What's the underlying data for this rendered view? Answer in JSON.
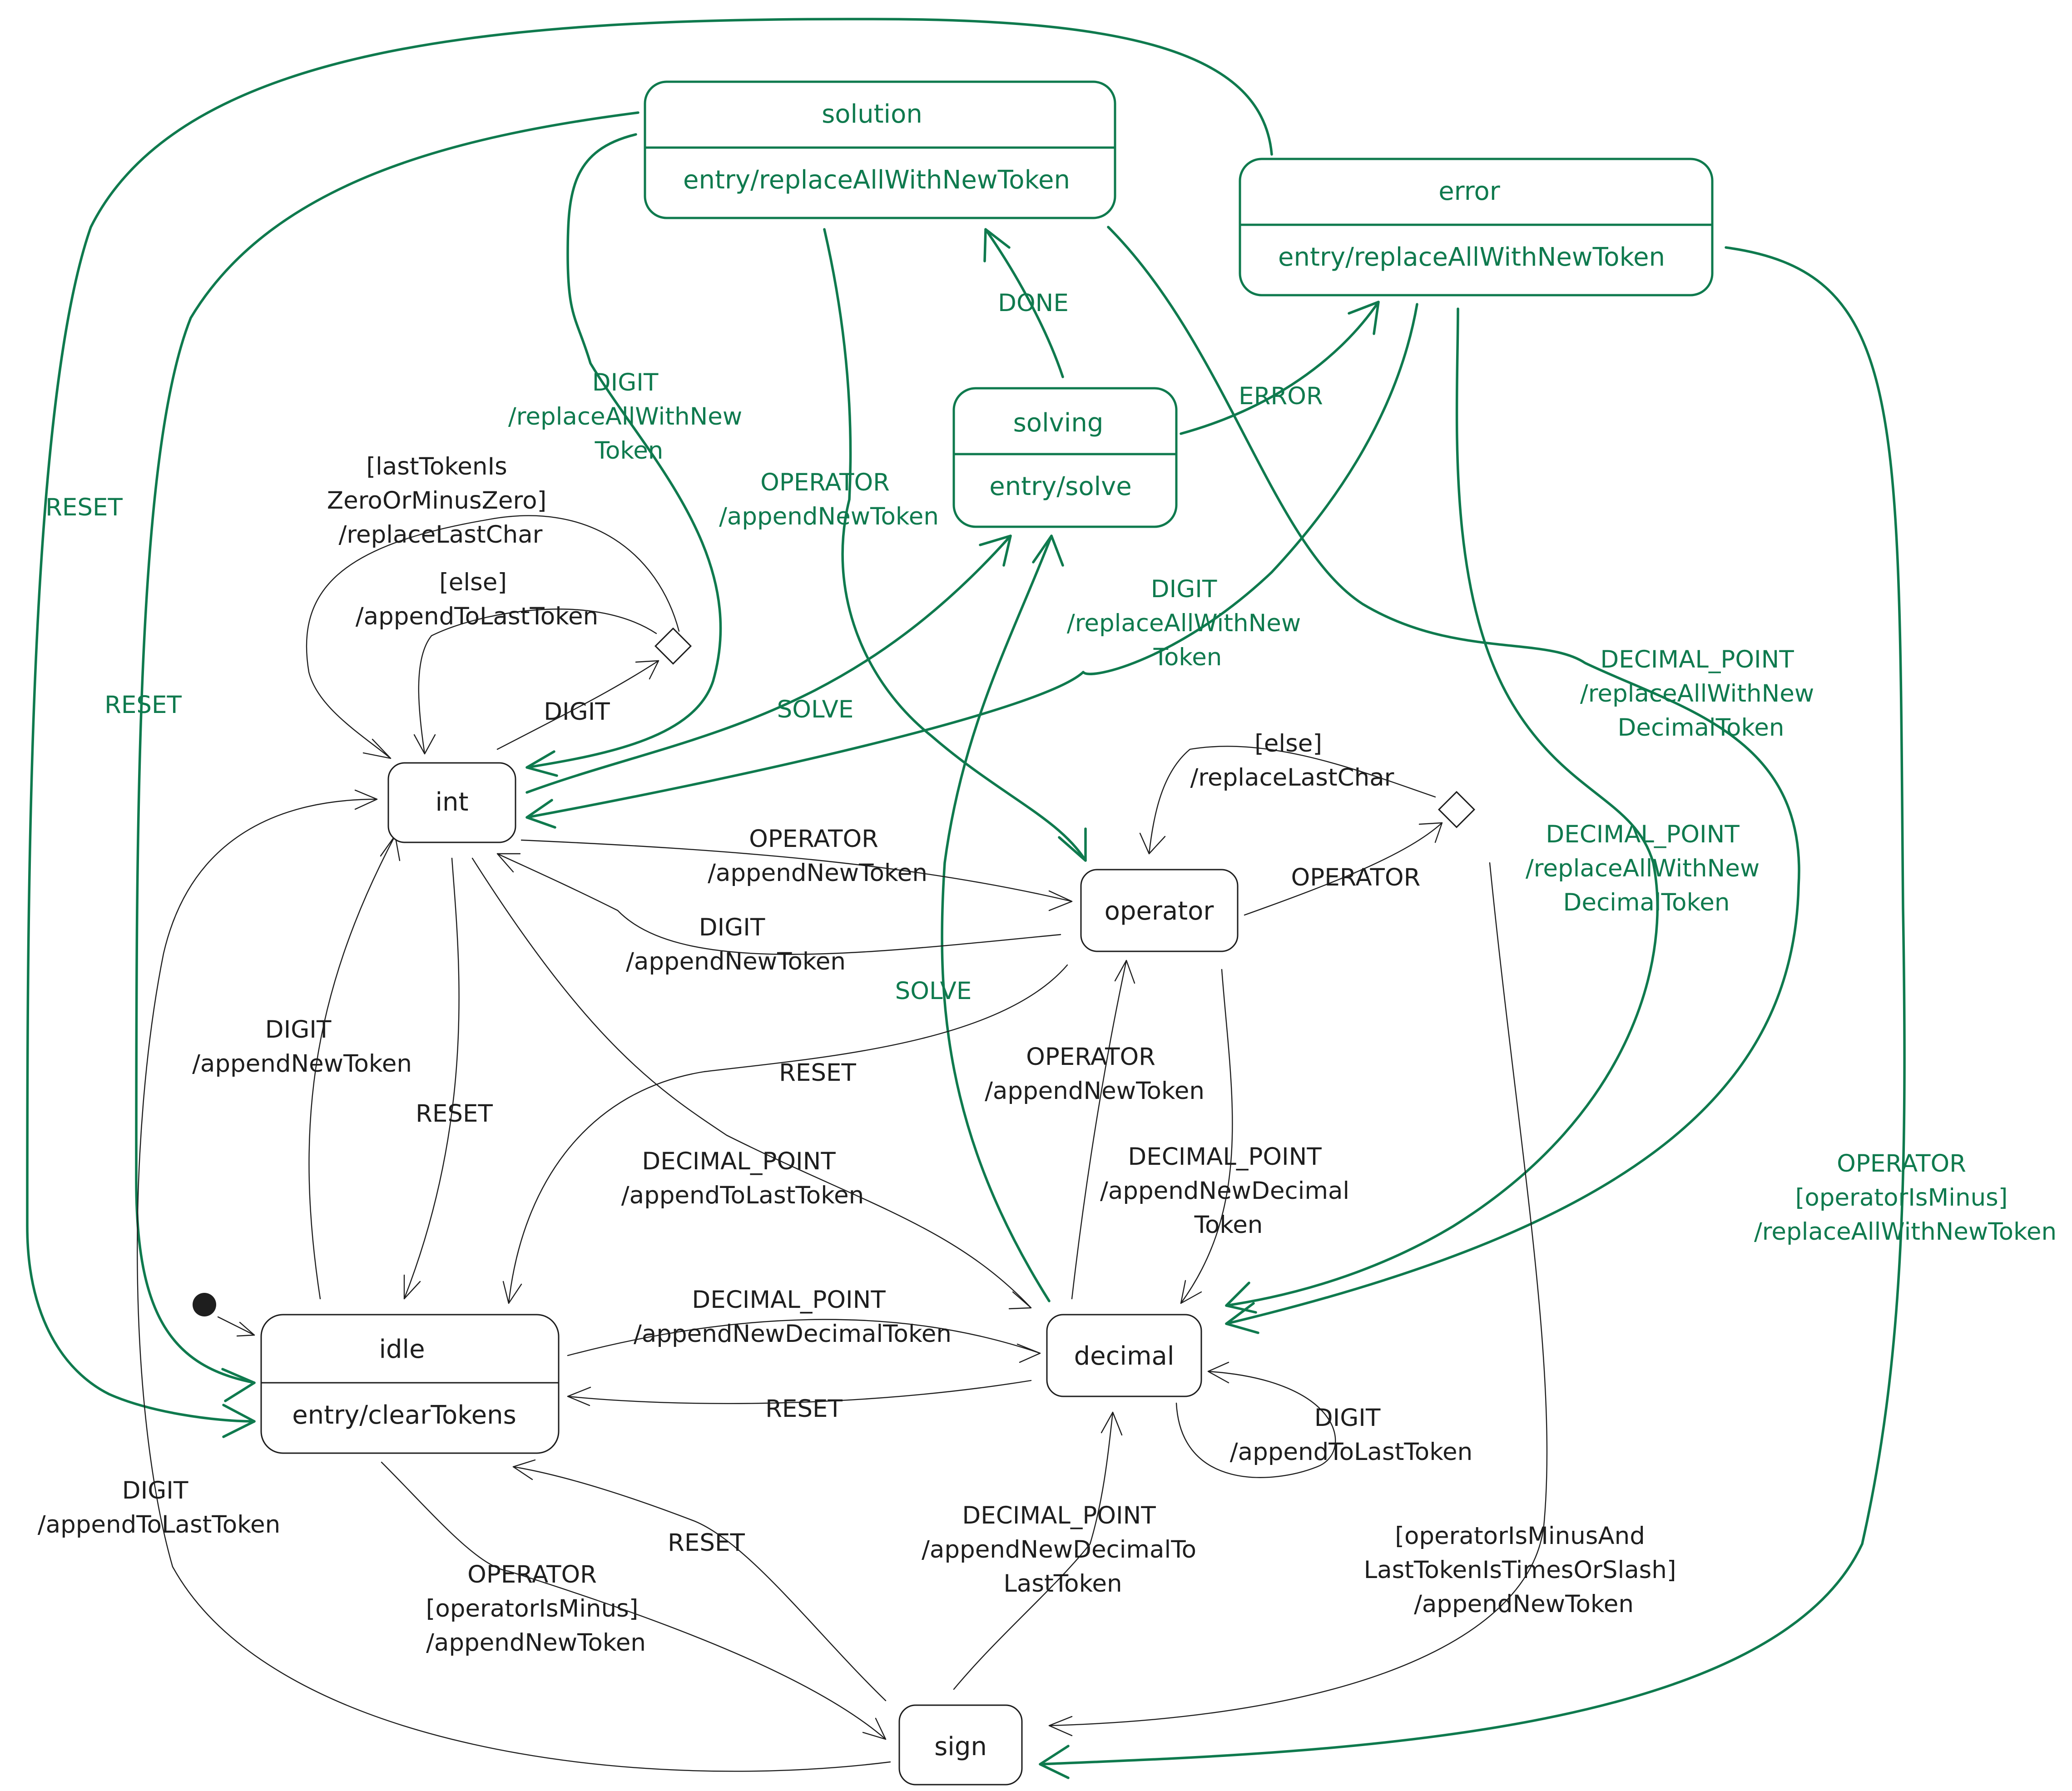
{
  "colors": {
    "black": "#1e1e1e",
    "green": "#0f7a4e",
    "background": "#ffffff"
  },
  "states": {
    "solution": {
      "name": "solution",
      "entry": "entry/replaceAllWithNewToken"
    },
    "error": {
      "name": "error",
      "entry": "entry/replaceAllWithNewToken"
    },
    "solving": {
      "name": "solving",
      "entry": "entry/solve"
    },
    "int": {
      "name": "int"
    },
    "operator": {
      "name": "operator"
    },
    "idle": {
      "name": "idle",
      "entry": "entry/clearTokens"
    },
    "decimal": {
      "name": "decimal"
    },
    "sign": {
      "name": "sign"
    }
  },
  "labels": {
    "reset_solution_idle": [
      "RESET"
    ],
    "reset_error_idle": [
      "RESET"
    ],
    "digit_solution_int": [
      "DIGIT",
      "/replaceAllWithNew",
      "Token"
    ],
    "operator_solution_operator": [
      "OPERATOR",
      "/appendNewToken"
    ],
    "done": [
      "DONE"
    ],
    "error": [
      "ERROR"
    ],
    "digit_error_int": [
      "DIGIT",
      "/replaceAllWithNew",
      "Token"
    ],
    "decimal_solution_decimal": [
      "DECIMAL_POINT",
      "/replaceAllWithNew",
      "DecimalToken"
    ],
    "decimal_error_decimal": [
      "DECIMAL_POINT",
      "/replaceAllWithNew",
      "DecimalToken"
    ],
    "operator_error_sign": [
      "OPERATOR",
      "[operatorIsMinus]",
      "/replaceAllWithNewToken"
    ],
    "int_self_guard": [
      "[lastTokenIs",
      "ZeroOrMinusZero]",
      "/replaceLastChar"
    ],
    "int_self_else": [
      "[else]",
      "/appendToLastToken"
    ],
    "int_digit": [
      "DIGIT"
    ],
    "solve_int": [
      "SOLVE"
    ],
    "solve_decimal": [
      "SOLVE"
    ],
    "operator_else": [
      "[else]",
      "/replaceLastChar"
    ],
    "operator_self": [
      "OPERATOR"
    ],
    "int_operator": [
      "OPERATOR",
      "/appendNewToken"
    ],
    "operator_int": [
      "DIGIT",
      "/appendNewToken"
    ],
    "operator_idle": [
      "RESET"
    ],
    "decimal_operator": [
      "OPERATOR",
      "/appendNewToken"
    ],
    "operator_decimal": [
      "DECIMAL_POINT",
      "/appendNewDecimal",
      "Token"
    ],
    "idle_int": [
      "DIGIT",
      "/appendNewToken"
    ],
    "int_idle": [
      "RESET"
    ],
    "int_decimal": [
      "DECIMAL_POINT",
      "/appendToLastToken"
    ],
    "idle_decimal": [
      "DECIMAL_POINT",
      "/appendNewDecimalToken"
    ],
    "decimal_idle": [
      "RESET"
    ],
    "decimal_self": [
      "DIGIT",
      "/appendToLastToken"
    ],
    "sign_int": [
      "DIGIT",
      "/appendToLastToken"
    ],
    "idle_sign": [
      "OPERATOR",
      "[operatorIsMinus]",
      "/appendNewToken"
    ],
    "sign_idle": [
      "RESET"
    ],
    "sign_decimal": [
      "DECIMAL_POINT",
      "/appendNewDecimalTo",
      "LastToken"
    ],
    "operator_sign": [
      "[operatorIsMinusAnd",
      "LastTokenIsTimesOrSlash]",
      "/appendNewToken"
    ]
  }
}
